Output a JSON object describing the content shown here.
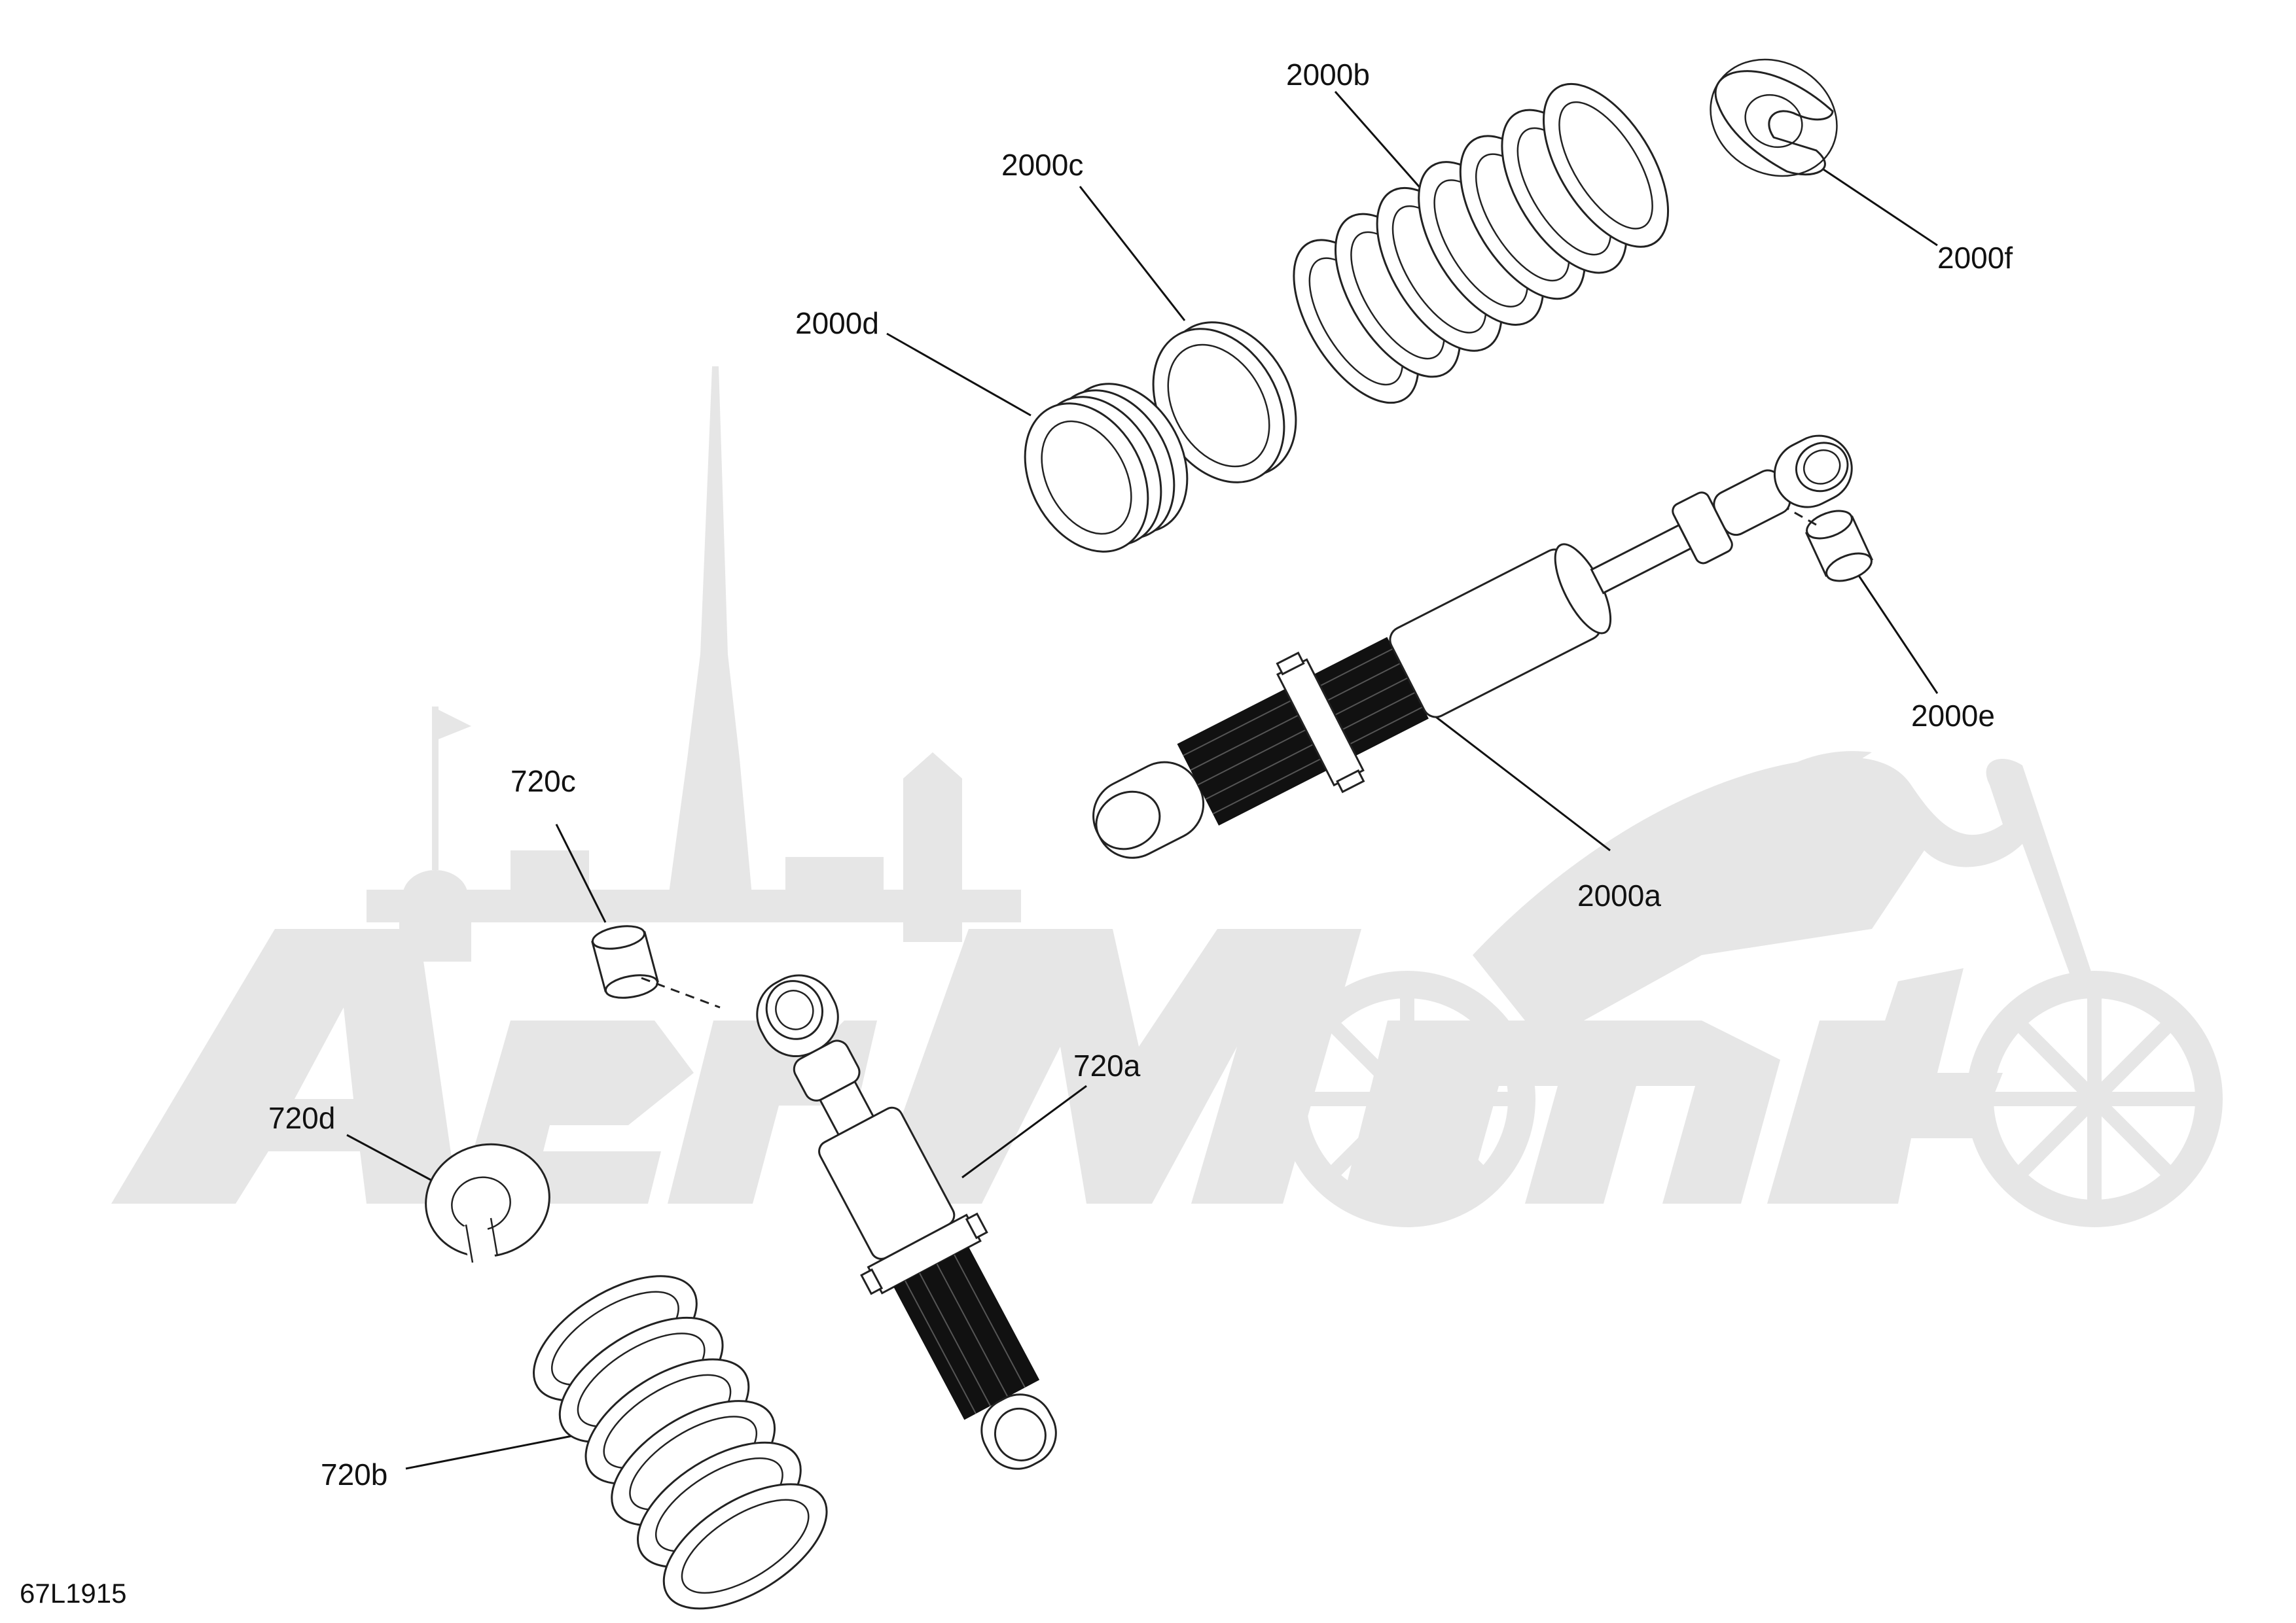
{
  "drawing_ref": "67L1915",
  "callouts": {
    "c2000a": "2000a",
    "c2000b": "2000b",
    "c2000c": "2000c",
    "c2000d": "2000d",
    "c2000e": "2000e",
    "c2000f": "2000f",
    "c720a": "720a",
    "c720b": "720b",
    "c720c": "720c",
    "c720d": "720d"
  },
  "watermark": {
    "text": "AerMoto",
    "color": "#e6e6e6"
  },
  "colors": {
    "line": "#222222",
    "fill": "#ffffff",
    "thread": "#111111"
  }
}
